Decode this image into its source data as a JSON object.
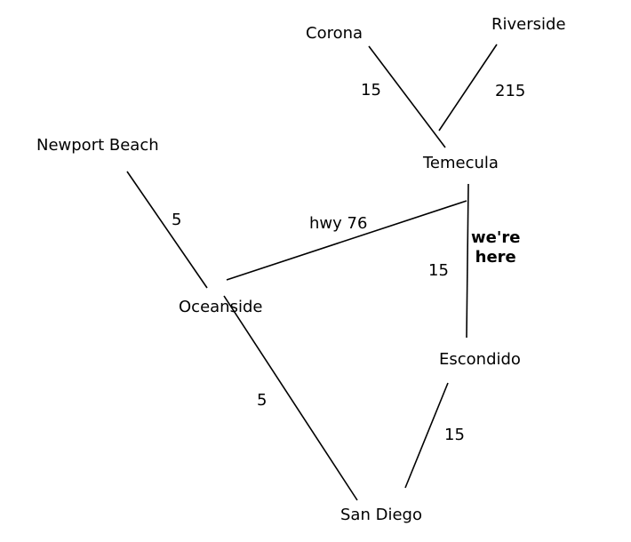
{
  "colors": {
    "background": "#ffffff",
    "ink": "#000000"
  },
  "places": {
    "corona": "Corona",
    "riverside": "Riverside",
    "newport_beach": "Newport Beach",
    "temecula": "Temecula",
    "oceanside": "Oceanside",
    "escondido": "Escondido",
    "san_diego": "San Diego"
  },
  "roads": {
    "corona_temecula": "15",
    "riverside_temecula": "215",
    "newport_oceanside": "5",
    "oceanside_temecula": "hwy 76",
    "temecula_escondido": "15",
    "oceanside_sandiego": "5",
    "escondido_sandiego": "15"
  },
  "annotation": {
    "line1": "we're",
    "line2": "here"
  }
}
